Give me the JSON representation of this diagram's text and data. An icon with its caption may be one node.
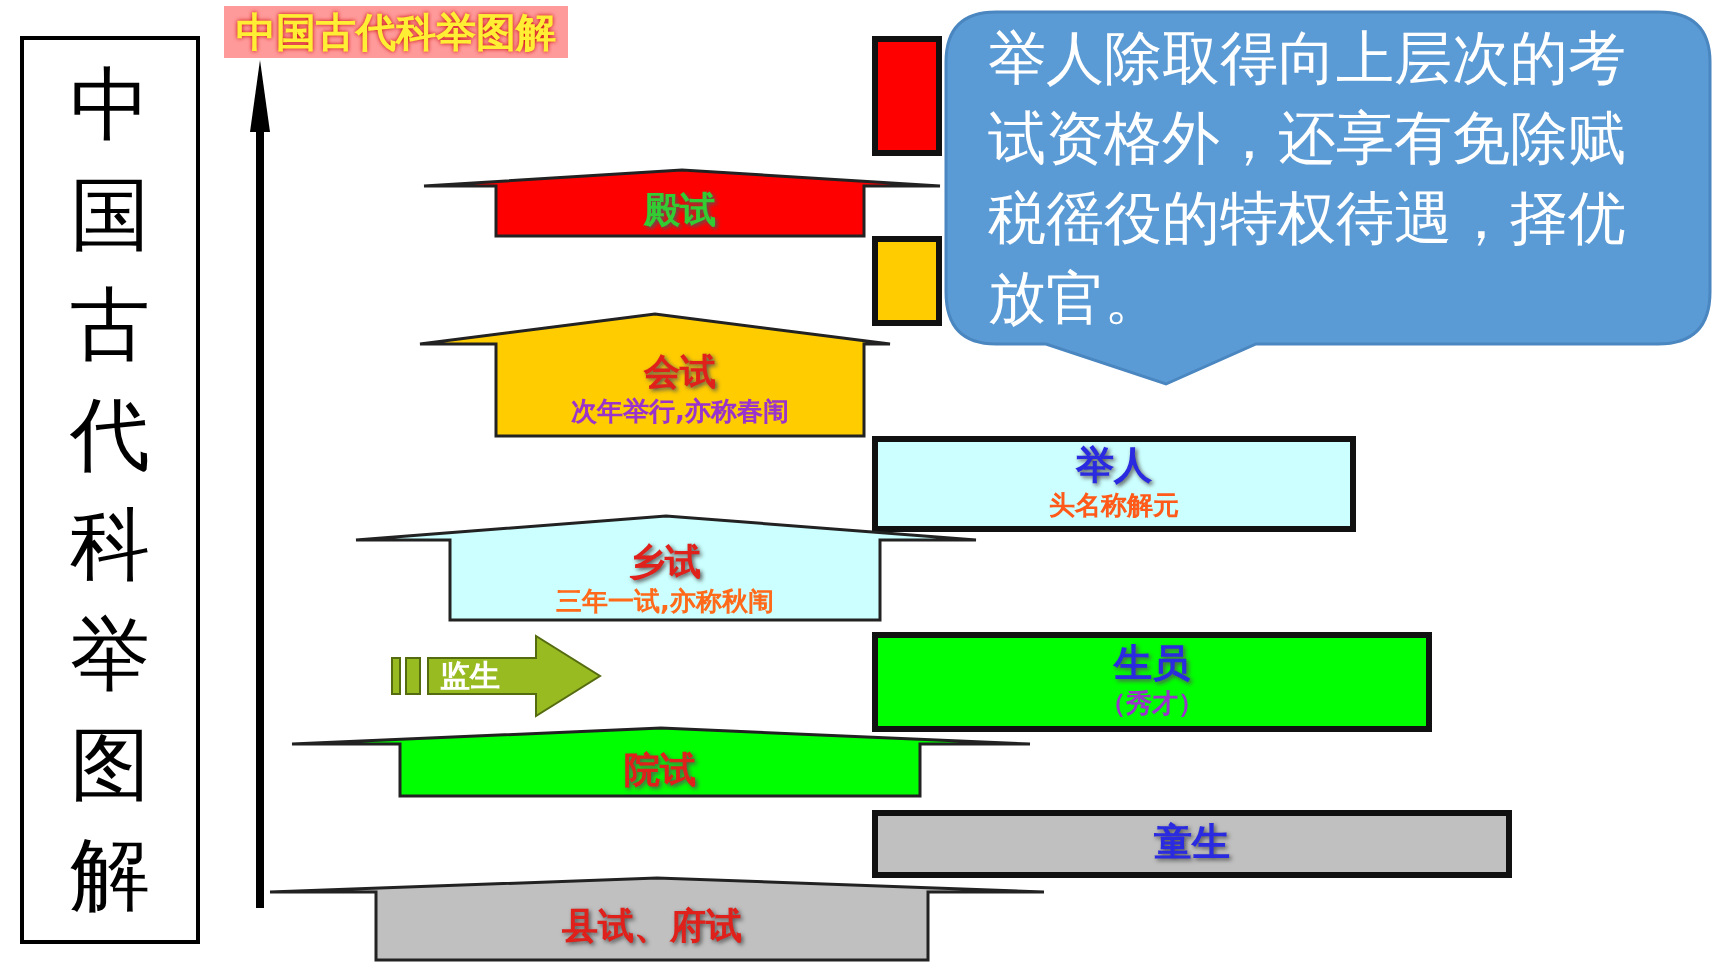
{
  "diagram": {
    "title": "中国古代科举图解",
    "nodes": [
      {
        "text": [
          "中国古代科举图解"
        ]
      },
      {
        "text": [],
        "shape": "box"
      },
      {
        "text": [
          "举人除取得向上层次的考试资格外，还享有免除赋税徭役的特权待遇，择优放官。"
        ]
      },
      {
        "text": [
          "殿试"
        ]
      },
      {
        "text": [],
        "shape": "box"
      },
      {
        "text": [
          "会试",
          "次年举行,亦称春闱"
        ]
      },
      {
        "text": [
          "举人",
          "头名称解元"
        ]
      },
      {
        "text": [
          "乡试",
          "三年一试,亦称秋闱"
        ]
      },
      {
        "text": [
          "监生"
        ]
      },
      {
        "text": [
          "生员",
          "（秀才）"
        ]
      },
      {
        "text": [
          "院试"
        ]
      },
      {
        "text": [
          "童生"
        ]
      },
      {
        "text": [
          "县试、府试"
        ]
      }
    ]
  }
}
